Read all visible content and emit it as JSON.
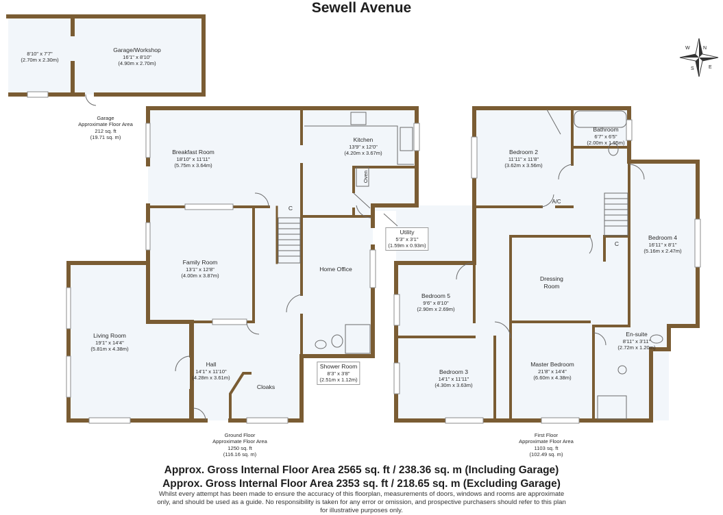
{
  "title": "Sewell Avenue",
  "rooms": {
    "garage_store": {
      "dims_imp": "8'10\" x 7'7\"",
      "dims_met": "(2.70m x 2.30m)"
    },
    "garage_workshop": {
      "name": "Garage/Workshop",
      "dims_imp": "16'1\" x 8'10\"",
      "dims_met": "(4.90m x 2.70m)"
    },
    "breakfast": {
      "name": "Breakfast Room",
      "dims_imp": "18'10\" x 11'11\"",
      "dims_met": "(5.75m x 3.64m)"
    },
    "kitchen": {
      "name": "Kitchen",
      "dims_imp": "13'9\" x 12'0\"",
      "dims_met": "(4.20m x 3.67m)"
    },
    "utility": {
      "name": "Utility",
      "dims_imp": "5'3\" x 3'1\"",
      "dims_met": "(1.59m x 0.93m)"
    },
    "family": {
      "name": "Family Room",
      "dims_imp": "13'1\" x 12'8\"",
      "dims_met": "(4.00m x 3.87m)"
    },
    "home_office": {
      "name": "Home Office"
    },
    "living": {
      "name": "Living Room",
      "dims_imp": "19'1\" x 14'4\"",
      "dims_met": "(5.81m x 4.38m)"
    },
    "hall": {
      "name": "Hall",
      "dims_imp": "14'1\" x 11'10\"",
      "dims_met": "(4.28m x 3.61m)"
    },
    "cloaks": {
      "name": "Cloaks"
    },
    "shower": {
      "name": "Shower Room",
      "dims_imp": "8'3\" x 3'8\"",
      "dims_met": "(2.51m x 1.12m)"
    },
    "bedroom2": {
      "name": "Bedroom 2",
      "dims_imp": "11'11\" x 11'8\"",
      "dims_met": "(3.62m x 3.56m)"
    },
    "bathroom": {
      "name": "Bathroom",
      "dims_imp": "6'7\" x 6'5\"",
      "dims_met": "(2.00m x 1.95m)"
    },
    "bedroom4": {
      "name": "Bedroom 4",
      "dims_imp": "16'11\" x 8'1\"",
      "dims_met": "(5.16m x 2.47m)"
    },
    "bedroom5": {
      "name": "Bedroom 5",
      "dims_imp": "9'6\" x 8'10\"",
      "dims_met": "(2.90m x 2.69m)"
    },
    "dressing": {
      "name_1": "Dressing",
      "name_2": "Room"
    },
    "ensuite": {
      "name": "En-suite",
      "dims_imp": "8'11\" x 3'11\"",
      "dims_met": "(2.72m x 1.20m)"
    },
    "bedroom3": {
      "name": "Bedroom 3",
      "dims_imp": "14'1\" x 11'11\"",
      "dims_met": "(4.30m x 3.63m)"
    },
    "master": {
      "name": "Master Bedroom",
      "dims_imp": "21'8\" x 14'4\"",
      "dims_met": "(6.60m x 4.38m)"
    }
  },
  "fixtures": {
    "cupboard": "C",
    "ac": "A/C",
    "oven": "Oven"
  },
  "areas": {
    "garage": {
      "l1": "Garage",
      "l2": "Approximate Floor Area",
      "l3": "212 sq. ft",
      "l4": "(19.71 sq. m)"
    },
    "ground": {
      "l1": "Ground Floor",
      "l2": "Approximate Floor Area",
      "l3": "1250 sq. ft",
      "l4": "(116.16 sq. m)"
    },
    "first": {
      "l1": "First Floor",
      "l2": "Approximate Floor Area",
      "l3": "1103 sq. ft",
      "l4": "(102.49 sq. m)"
    }
  },
  "totals": {
    "incl": "Approx. Gross Internal Floor Area 2565 sq. ft / 238.36 sq. m (Including Garage)",
    "excl": "Approx. Gross Internal Floor Area 2353 sq. ft / 218.65 sq. m (Excluding Garage)"
  },
  "disclaimer": "Whilst every attempt has been made to ensure the accuracy of this floorplan, measurements of doors, windows and rooms are approximate only, and should be used as a guide. No responsibility is taken for any error or omission, and prospective purchasers should refer to this plan for illustrative purposes only.",
  "compass": {
    "n": "N",
    "e": "E",
    "s": "S",
    "w": "W"
  },
  "colors": {
    "wall": "#7a5c33",
    "floor": "#f2f6fa",
    "line": "#6b6b6b"
  }
}
